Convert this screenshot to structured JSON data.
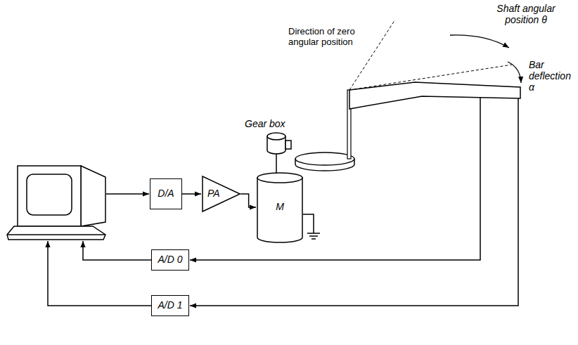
{
  "diagram": {
    "nodes": [
      {
        "text": [
          "D/A"
        ]
      },
      {
        "text": [
          "PA"
        ]
      },
      {
        "text": [
          "M"
        ]
      },
      {
        "text": [
          "A/D 0"
        ]
      },
      {
        "text": [
          "A/D 1"
        ]
      }
    ],
    "edges": [
      {
        "from": 0,
        "to": 1,
        "arrow": "to"
      },
      {
        "from": 1,
        "to": 2,
        "arrow": "to"
      }
    ],
    "labels": [
      "Shaft angular position θ",
      "Direction of zero angular position",
      "Bar deflection α",
      "Gear box"
    ]
  }
}
